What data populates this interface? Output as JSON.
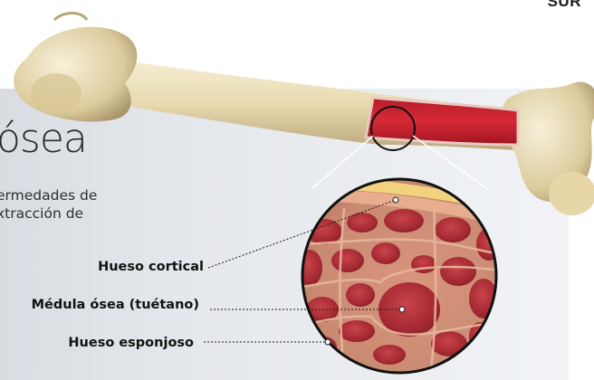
{
  "brand": "SUR",
  "title": "ósea",
  "subtitle_lines": [
    "ermedades de",
    "xtracción de"
  ],
  "labels": {
    "cortical": "Hueso cortical",
    "medula": "Médula ósea (tuétano)",
    "esponjoso": "Hueso esponjoso"
  },
  "colors": {
    "panel": "#e5e8ec",
    "bone": "#e9dcb4",
    "marrow": "#c2232f",
    "cortical_layer": "#f2d27c"
  }
}
